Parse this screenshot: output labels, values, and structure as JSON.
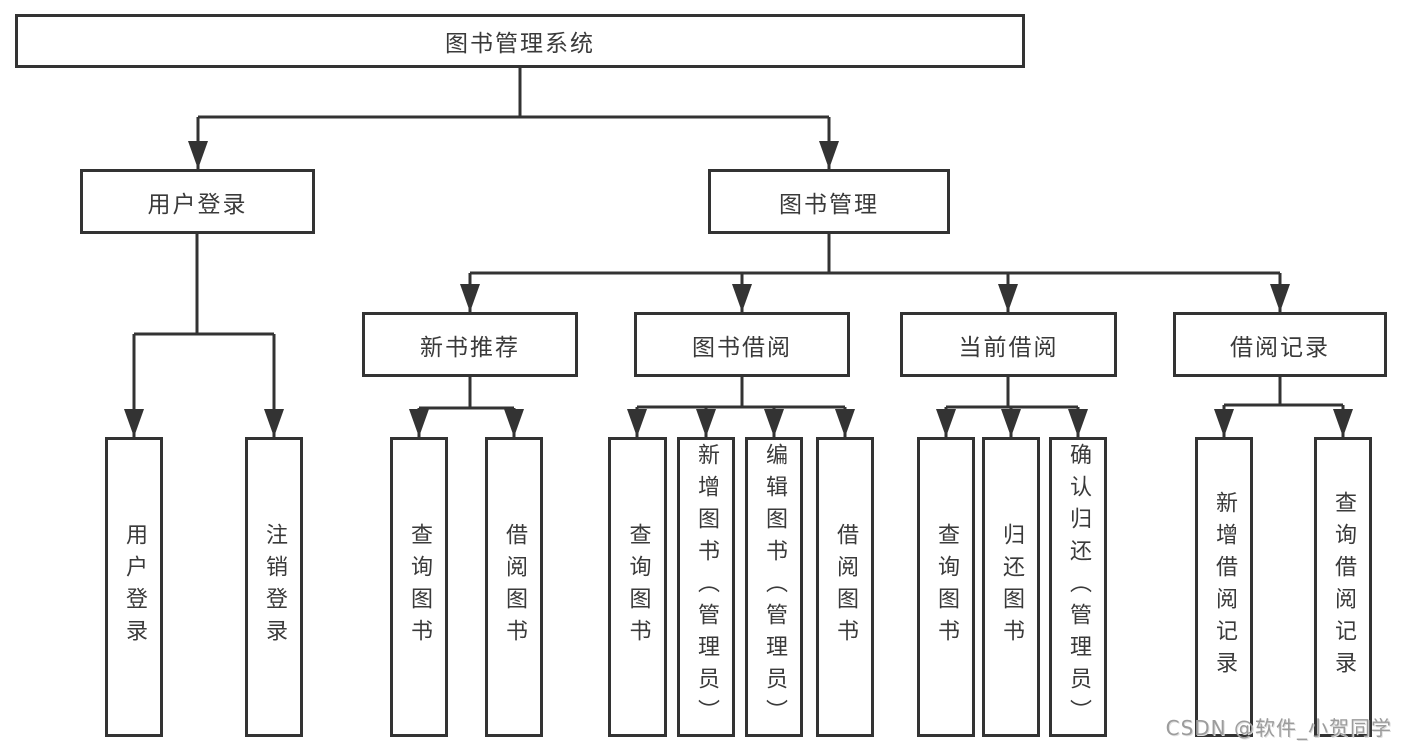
{
  "diagram": {
    "title": "图书管理系统",
    "root": {
      "label": "图书管理系统"
    },
    "branches": [
      {
        "label": "用户登录",
        "children": [
          {
            "label": "用户登录"
          },
          {
            "label": "注销登录"
          }
        ]
      },
      {
        "label": "图书管理",
        "children": [
          {
            "label": "新书推荐",
            "children": [
              {
                "label": "查询图书"
              },
              {
                "label": "借阅图书"
              }
            ]
          },
          {
            "label": "图书借阅",
            "children": [
              {
                "label": "查询图书"
              },
              {
                "label": "新增图书（管理员）"
              },
              {
                "label": "编辑图书（管理员）"
              },
              {
                "label": "借阅图书"
              }
            ]
          },
          {
            "label": "当前借阅",
            "children": [
              {
                "label": "查询图书"
              },
              {
                "label": "归还图书"
              },
              {
                "label": "确认归还（管理员）"
              }
            ]
          },
          {
            "label": "借阅记录",
            "children": [
              {
                "label": "新增借阅记录"
              },
              {
                "label": "查询借阅记录"
              }
            ]
          }
        ]
      }
    ],
    "colors": {
      "line": "#333333",
      "box_border": "#333333",
      "text": "#3a3a3a",
      "background": "#ffffff",
      "watermark": "#9c9c9c"
    }
  },
  "watermark": {
    "text": "CSDN @软件_小贺同学"
  }
}
